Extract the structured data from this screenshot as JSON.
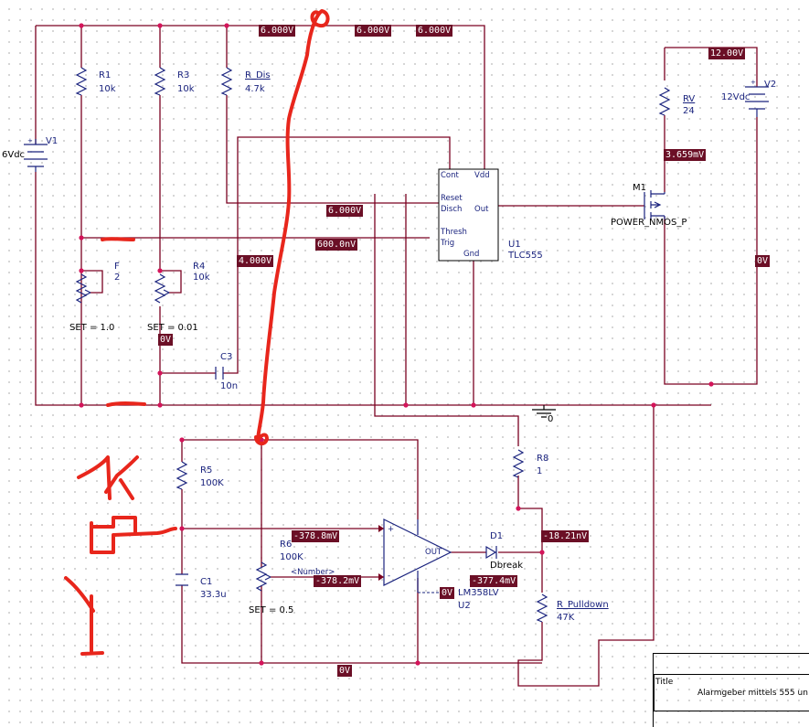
{
  "voltage_probes": {
    "top_a": "6.000V",
    "top_b": "6.000V",
    "top_c": "6.000V",
    "v2": "12.00V",
    "drain": "3.659mV",
    "right_0v": "0V",
    "reset": "6.000V",
    "trig": "600.0nV",
    "cap": "4.000V",
    "r4_0v": "0V",
    "opamp_plus": "-378.8mV",
    "opamp_minus": "-378.2mV",
    "opamp_out": "-377.4mV",
    "diode_out": "-18.21nV",
    "opamp_vminus": "0V",
    "bottom_0v": "0V"
  },
  "components": {
    "v1": {
      "name": "V1",
      "value": "6Vdc"
    },
    "r1": {
      "name": "R1",
      "value": "10k"
    },
    "r3": {
      "name": "R3",
      "value": "10k"
    },
    "rdis": {
      "name": "R_Dis",
      "value": "4.7k"
    },
    "r2": {
      "name": "F",
      "value": "2",
      "set": "SET = 1.0"
    },
    "r4": {
      "name": "R4",
      "value": "10k",
      "set": "SET = 0.01"
    },
    "c3": {
      "name": "C3",
      "value": "10n"
    },
    "u1": {
      "name": "U1",
      "part": "TLC555",
      "pins": {
        "cont": "Cont",
        "vdd": "Vdd",
        "reset": "Reset",
        "disch": "Disch",
        "out": "Out",
        "thresh": "Thresh",
        "trig": "Trig",
        "gnd": "Gnd"
      }
    },
    "rv": {
      "name": "RV",
      "value": "24"
    },
    "v2": {
      "name": "V2",
      "value": "12Vdc"
    },
    "m1": {
      "name": "M1",
      "part": "POWER_NMOS_P"
    },
    "gnd": {
      "label": "0"
    },
    "r8": {
      "name": "R8",
      "value": "1"
    },
    "r5": {
      "name": "R5",
      "value": "100K"
    },
    "r6": {
      "name": "R6",
      "value": "100K",
      "param": "<Number>",
      "set": "SET = 0.5"
    },
    "c1": {
      "name": "C1",
      "value": "33.3u"
    },
    "u2": {
      "name": "U2",
      "part": "LM358LV",
      "out_pin": "OUT",
      "plus": "+",
      "minus": "-"
    },
    "d1": {
      "name": "D1",
      "part": "Dbreak"
    },
    "rpd": {
      "name": "R_Pulldown",
      "value": "47K"
    }
  },
  "handwriting": {
    "note": "1k"
  },
  "title_block": {
    "title_label": "Title",
    "title_value": "Alarmgeber mittels 555 un"
  },
  "colors": {
    "wire": "#7a0020",
    "junction": "#d4145a",
    "part": "#1a237e",
    "probe": "#6b0f26",
    "ink": "#e8261c"
  }
}
